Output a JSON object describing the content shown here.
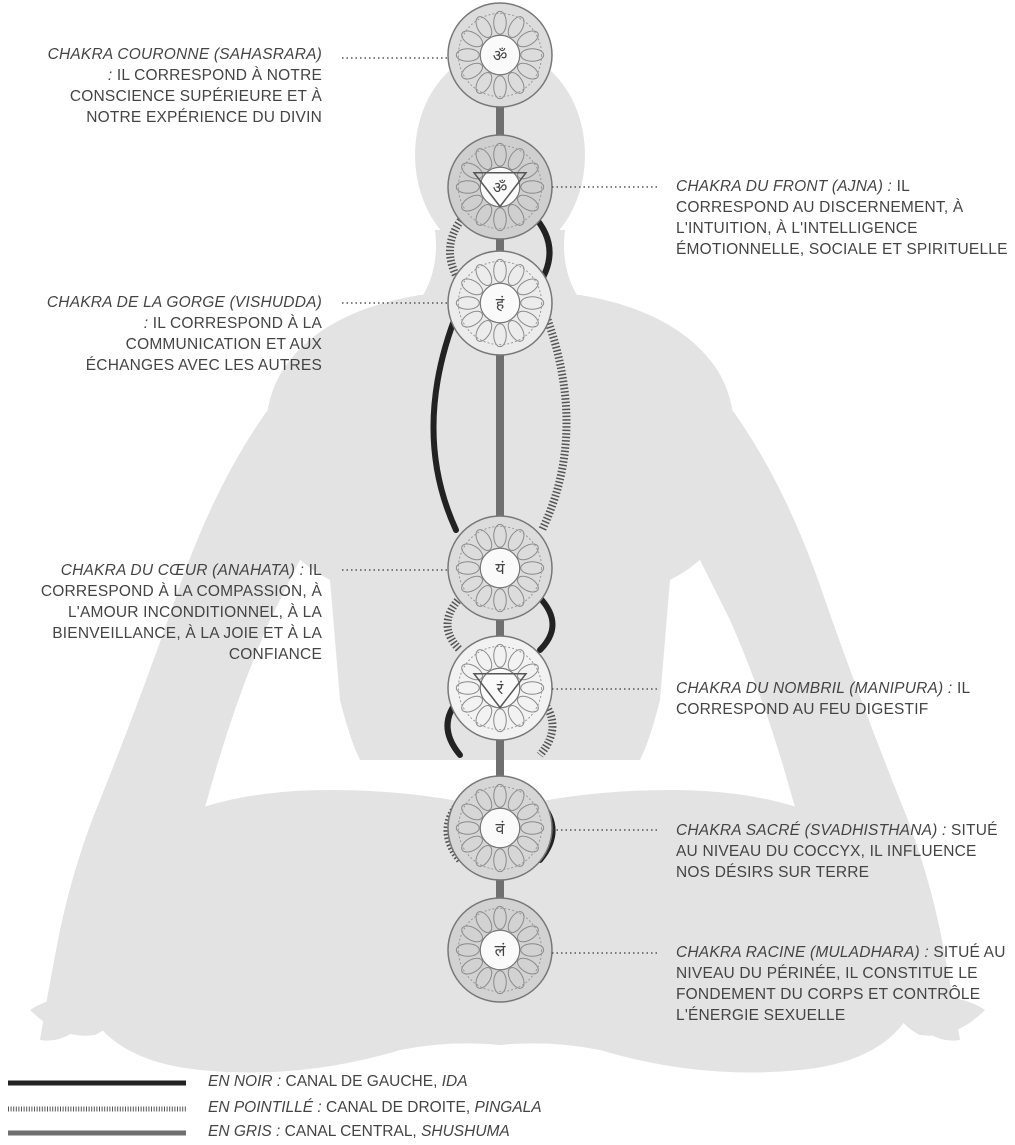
{
  "chakras": [
    {
      "id": "couronne",
      "name": "CHAKRA COURONNE (SAHASRARA) :",
      "text": "IL CORRESPOND À NOTRE CONSCIENCE SUPÉRIEURE ET À NOTRE EXPÉRIENCE DU DIVIN",
      "glyph": "ॐ",
      "side": "left"
    },
    {
      "id": "front",
      "name": "CHAKRA DU FRONT (AJNA) :",
      "text": "IL CORRESPOND AU DISCERNEMENT, À L'INTUITION, À L'INTELLIGENCE ÉMOTIONNELLE, SOCIALE ET SPIRITUELLE",
      "glyph": "ॐ",
      "side": "right"
    },
    {
      "id": "gorge",
      "name": "CHAKRA DE LA GORGE (VISHUDDA) :",
      "text": "IL CORRESPOND À LA COMMUNICATION ET AUX ÉCHANGES AVEC LES AUTRES",
      "glyph": "हं",
      "side": "left"
    },
    {
      "id": "coeur",
      "name": "CHAKRA DU CŒUR (ANAHATA) :",
      "text": "IL CORRESPOND À LA COMPASSION, À L'AMOUR INCONDITIONNEL, À LA BIENVEILLANCE, À LA JOIE ET À LA CONFIANCE",
      "glyph": "यं",
      "side": "left"
    },
    {
      "id": "nombril",
      "name": "CHAKRA DU NOMBRIL (MANIPURA) :",
      "text": "IL CORRESPOND AU FEU DIGESTIF",
      "glyph": "रं",
      "side": "right"
    },
    {
      "id": "sacre",
      "name": "CHAKRA SACRÉ (SVADHISTHANA) :",
      "text": "SITUÉ AU NIVEAU DU COCCYX, IL INFLUENCE NOS DÉSIRS SUR TERRE",
      "glyph": "वं",
      "side": "right"
    },
    {
      "id": "racine",
      "name": "CHAKRA RACINE (MULADHARA) :",
      "text": "SITUÉ AU NIVEAU DU PÉRINÉE, IL CONSTITUE LE FONDEMENT DU CORPS ET CONTRÔLE L'ÉNERGIE SEXUELLE",
      "glyph": "लं",
      "side": "right"
    }
  ],
  "legend": [
    {
      "key": "EN NOIR :",
      "desc": "CANAL DE GAUCHE,",
      "canal": "IDA",
      "style": "solid-black"
    },
    {
      "key": "EN POINTILLÉ :",
      "desc": "CANAL DE DROITE,",
      "canal": "PINGALA",
      "style": "dotted"
    },
    {
      "key": "EN GRIS :",
      "desc": "CANAL CENTRAL,",
      "canal": "SHUSHUMA",
      "style": "solid-gray"
    }
  ],
  "colors": {
    "silhouette": "#e3e3e3",
    "ida": "#222222",
    "pingala": "#555555",
    "shushuma": "#6f6f6f",
    "chakra_stroke": "#777777"
  }
}
